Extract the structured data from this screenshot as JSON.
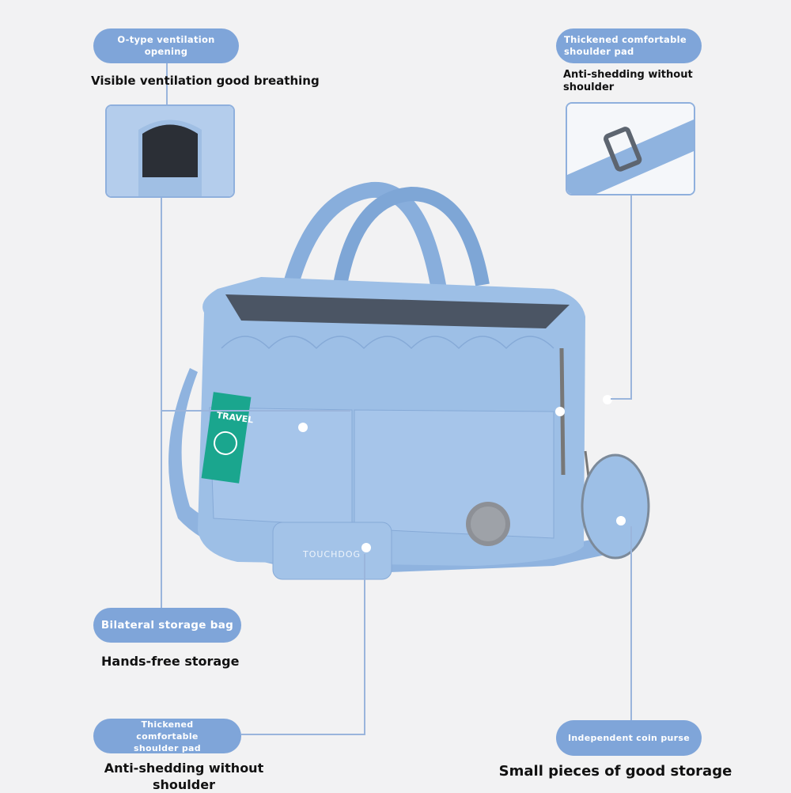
{
  "features": [
    {
      "label": "O-type ventilation opening",
      "caption": "Visible ventilation good breathing"
    },
    {
      "label": "Thickened comfortable shoulder pad",
      "caption": "Anti-shedding without shoulder"
    },
    {
      "label": "Bilateral storage bag",
      "caption": "Hands-free storage"
    },
    {
      "label": "Thickened comfortable shoulder pad",
      "caption": "Anti-shedding without shoulder"
    },
    {
      "label": "Independent coin purse",
      "caption": "Small pieces of good storage"
    }
  ],
  "product": {
    "brand_logo": "TOUCHDOG",
    "tag_text": "TRAVEL"
  },
  "colors": {
    "pill": "#7fa5d9",
    "bag": "#9dbfe6",
    "tag": "#1aa68e"
  }
}
